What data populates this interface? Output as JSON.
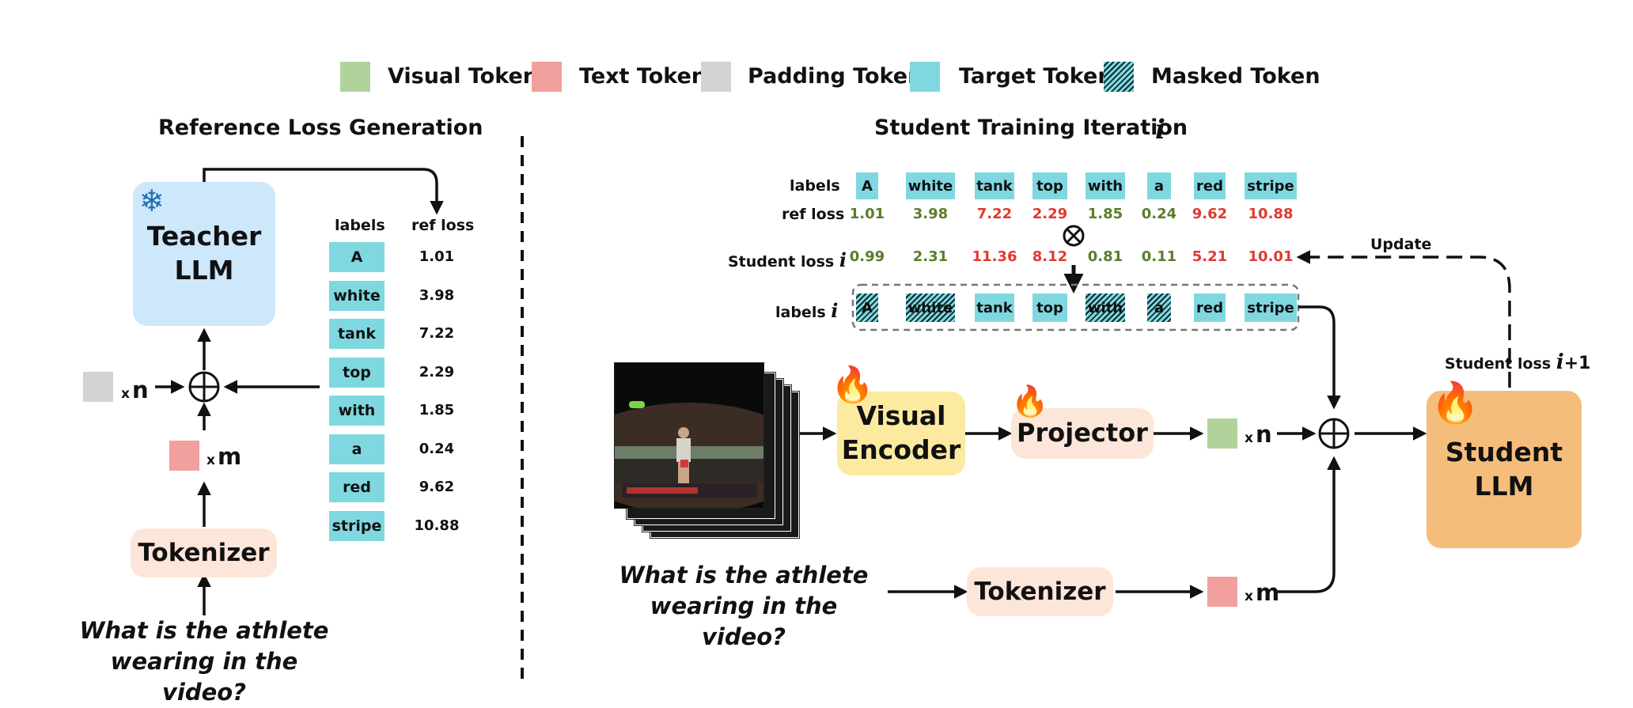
{
  "legend": [
    {
      "label": "Visual Token",
      "color": "#b1d39b"
    },
    {
      "label": "Text Token",
      "color": "#f2a09e"
    },
    {
      "label": "Padding Token",
      "color": "#d3d3d3"
    },
    {
      "label": "Target Token",
      "color": "#7fd8e0"
    },
    {
      "label": "Masked Token",
      "color": "#7fd8e0"
    }
  ],
  "left": {
    "title": "Reference Loss Generation",
    "teacher": "Teacher LLM",
    "tokenizer": "Tokenizer",
    "question": "What is the athlete wearing in the video?",
    "xn": "n",
    "xm": "m",
    "x": "x",
    "labels_header": "labels",
    "ref_header": "ref loss",
    "labels": [
      "A",
      "white",
      "tank",
      "top",
      "with",
      "a",
      "red",
      "stripe"
    ],
    "ref_loss": [
      "1.01",
      "3.98",
      "7.22",
      "2.29",
      "1.85",
      "0.24",
      "9.62",
      "10.88"
    ]
  },
  "right": {
    "title": "Student Training Iteration",
    "iter_symbol": "i",
    "labels_row": "labels",
    "ref_row": "ref loss",
    "student_row": "Student loss",
    "labels_i_row": "labels",
    "labels": [
      "A",
      "white",
      "tank",
      "top",
      "with",
      "a",
      "red",
      "stripe"
    ],
    "ref_loss": [
      "1.01",
      "3.98",
      "7.22",
      "2.29",
      "1.85",
      "0.24",
      "9.62",
      "10.88"
    ],
    "student_loss": [
      "0.99",
      "2.31",
      "11.36",
      "8.12",
      "0.81",
      "0.11",
      "5.21",
      "10.01"
    ],
    "masked": [
      true,
      true,
      false,
      false,
      true,
      true,
      false,
      false
    ],
    "update": "Update",
    "student_loss_next": "Student loss",
    "plus_one": "+1",
    "visual_encoder": "Visual Encoder",
    "projector": "Projector",
    "tokenizer": "Tokenizer",
    "student": "Student LLM",
    "question": "What is the athlete wearing in the video?",
    "xn": "n",
    "xm": "m",
    "x": "x"
  },
  "colors": {
    "green_loss": "#5a7d2a",
    "red_loss": "#e03a2f",
    "teacher_bg": "#cde7fb",
    "tokenizer_bg": "#fbe6d9",
    "encoder_bg": "#fbeaa0",
    "projector_bg": "#fbe6d9",
    "student_bg": "#f5bd7b"
  },
  "loss_colors": [
    "green",
    "green",
    "red",
    "red",
    "green",
    "green",
    "red",
    "red"
  ]
}
